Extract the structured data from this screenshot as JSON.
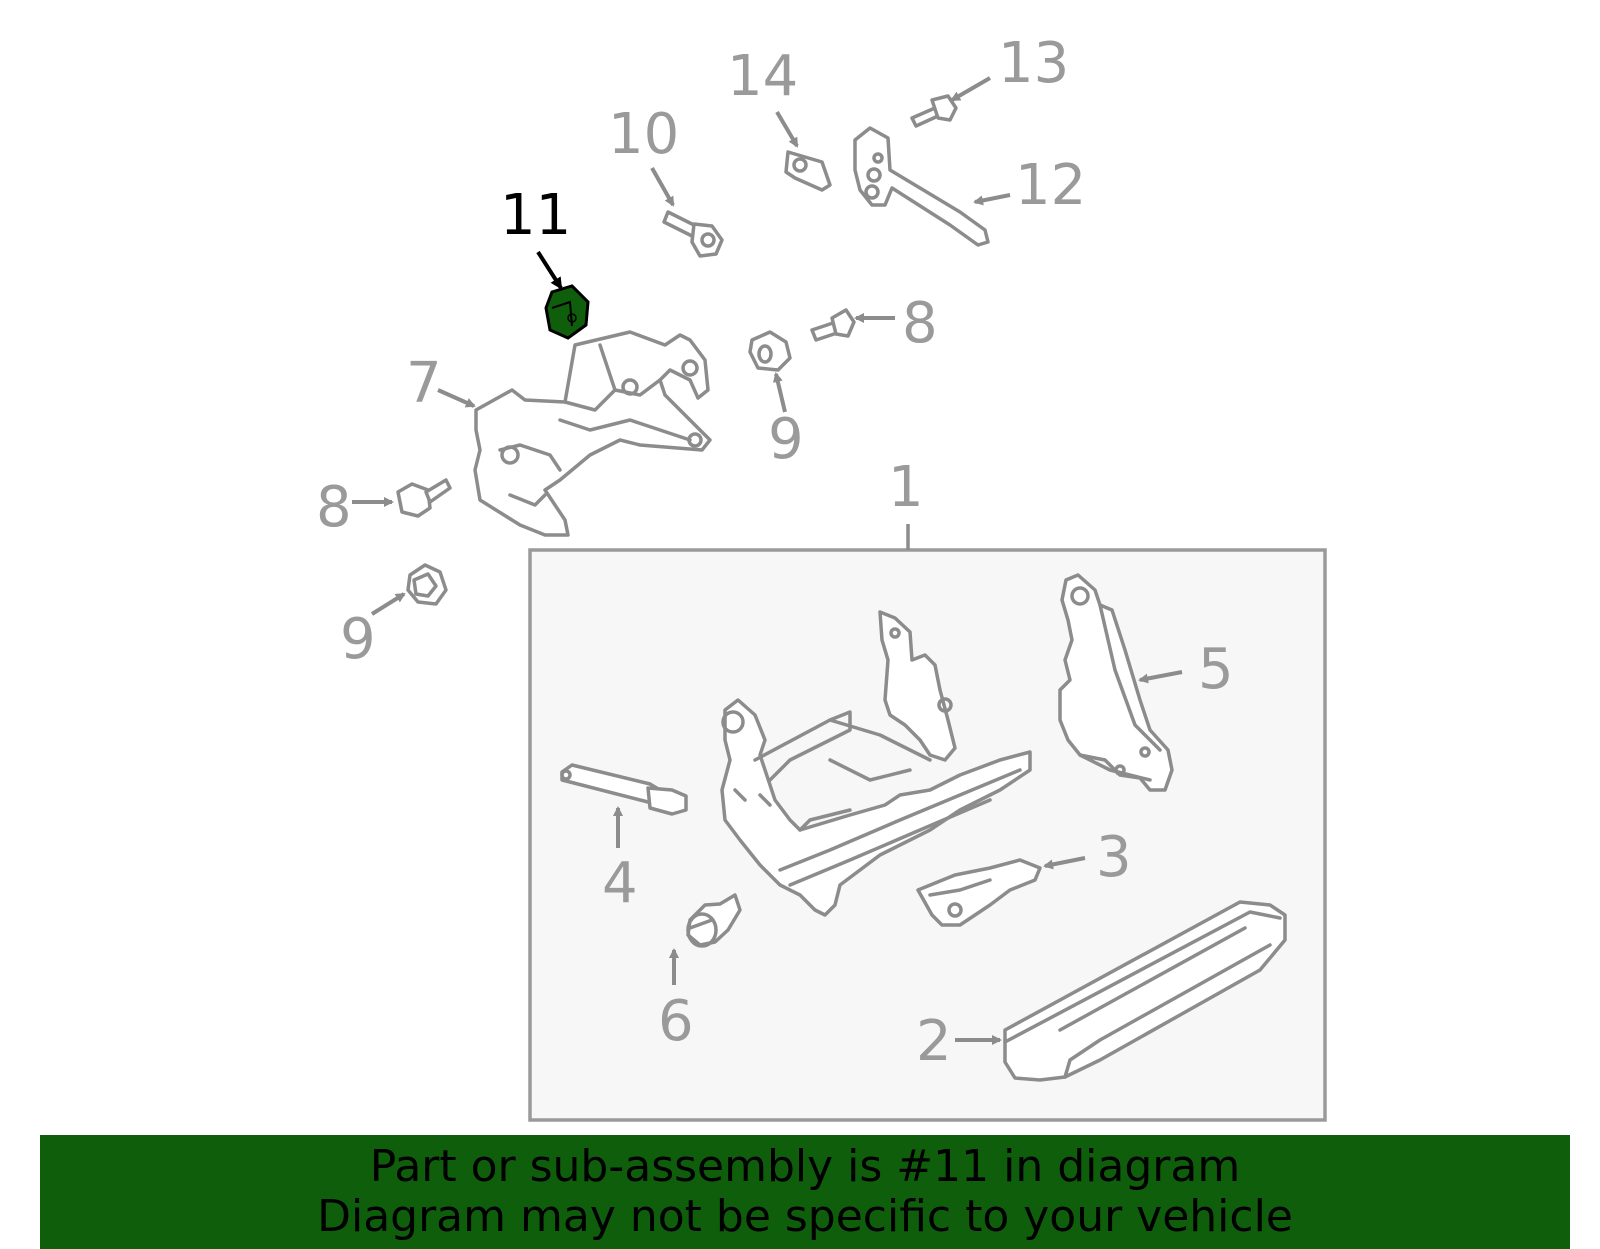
{
  "colors": {
    "highlight": "#0f5e0c",
    "part_gray": "#8c8c8c",
    "box_fill": "#f7f7f7",
    "banner": "#0f5e0c"
  },
  "highlighted_part": "11",
  "callouts": {
    "c1": "1",
    "c2": "2",
    "c3": "3",
    "c4": "4",
    "c5": "5",
    "c6": "6",
    "c7": "7",
    "c8a": "8",
    "c8b": "8",
    "c9a": "9",
    "c9b": "9",
    "c10": "10",
    "c11": "11",
    "c12": "12",
    "c13": "13",
    "c14": "14"
  },
  "banner": {
    "line1": "Part or sub-assembly is #11 in diagram",
    "line2": "Diagram may not be specific to your vehicle"
  }
}
